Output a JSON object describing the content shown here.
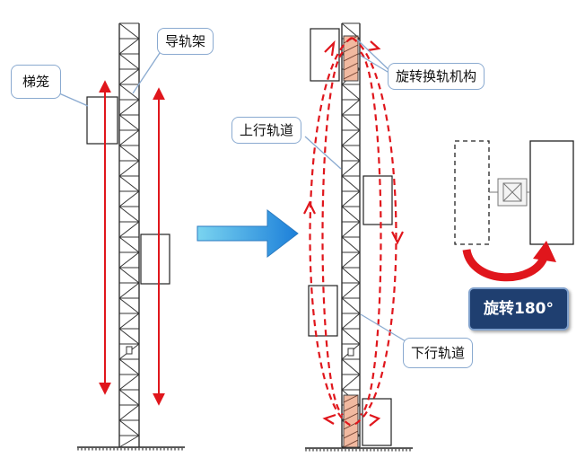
{
  "labels": {
    "guide_frame": "导轨架",
    "cage": "梯笼",
    "rotation_mechanism": "旋转换轨机构",
    "up_track": "上行轨道",
    "down_track": "下行轨道",
    "rotate": "旋转180°"
  },
  "colors": {
    "track_arrow": "#e0161c",
    "mast": "#333333",
    "big_arrow_start": "#7ad4f0",
    "big_arrow_end": "#1c7fd9",
    "rotate_box": "#1f3f70",
    "callout_border": "#8aaad0"
  }
}
